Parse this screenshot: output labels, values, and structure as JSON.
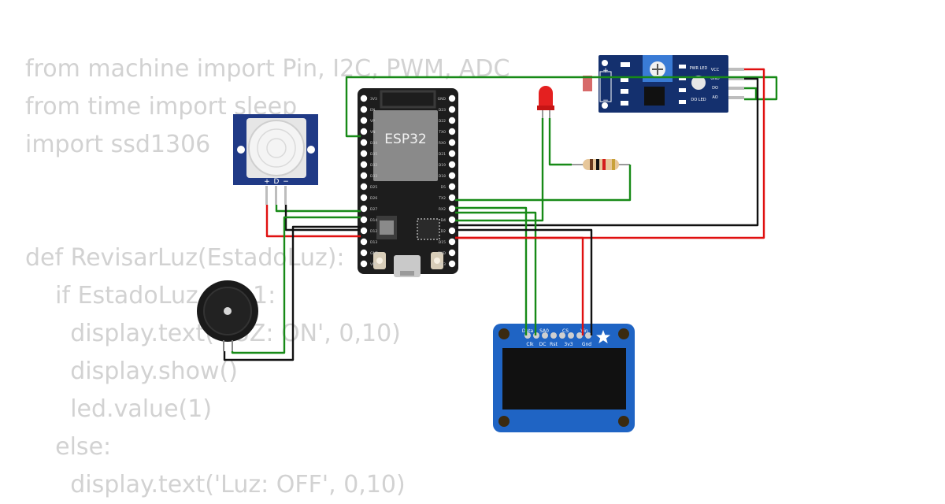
{
  "code_lines": [
    "from machine import Pin, I2C, PWM, ADC",
    "from time import sleep",
    "import ssd1306",
    "",
    "",
    "def RevisarLuz(EstadoLuz):",
    "    if EstadoLuz == 1:",
    "      display.text('LUZ: ON', 0,10)",
    "      display.show()",
    "      led.value(1)",
    "    else:",
    "      display.text('Luz: OFF', 0,10)"
  ],
  "esp32": {
    "chip_label": "ESP32",
    "left_pins": [
      "3V3",
      "EN",
      "VP",
      "VN",
      "D34",
      "D35",
      "D32",
      "D33",
      "D25",
      "D26",
      "D27",
      "D14",
      "D12",
      "D13",
      "GND",
      "VIN"
    ],
    "right_pins": [
      "GND",
      "D23",
      "D22",
      "TX0",
      "RX0",
      "D21",
      "D19",
      "D18",
      "D5",
      "TX2",
      "RX2",
      "D4",
      "D2",
      "D15",
      "GND",
      "3V3"
    ]
  },
  "pir": {
    "pins": [
      "+",
      "D",
      "−"
    ]
  },
  "ldr": {
    "header_plus": "+",
    "header_minus": "−",
    "pwr_led": "PWR LED",
    "do_led": "DO LED",
    "pins": [
      "VCC",
      "GND",
      "DO",
      "AO"
    ]
  },
  "oled": {
    "top_labels": [
      "Data",
      "SA0",
      "CS",
      "Vin"
    ],
    "bottom_labels": [
      "Clk",
      "DC",
      "Rst",
      "3v3",
      "Gnd"
    ]
  },
  "colors": {
    "wire_red": "#e01010",
    "wire_green": "#178a17",
    "wire_black": "#111111",
    "board_dark": "#1d1d1d",
    "module_blue": "#14306e",
    "oled_blue": "#1f64c4",
    "code_text": "#d2d2d2"
  }
}
